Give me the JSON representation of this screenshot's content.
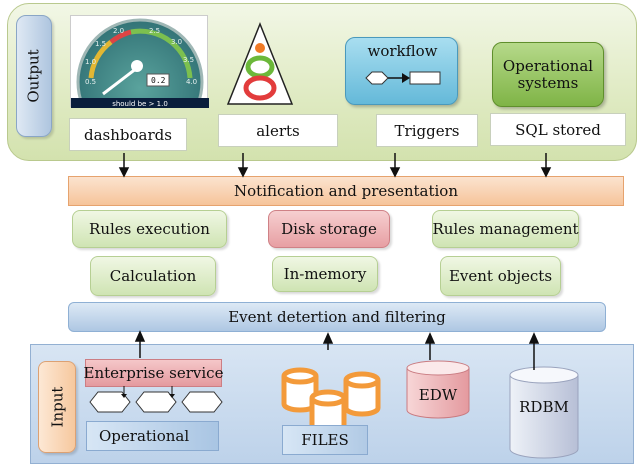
{
  "output": {
    "section_label": "Output",
    "gauge_caption": "should be > 1.0",
    "gauge_ticks": [
      "0.5",
      "1.0",
      "1.5",
      "2.0",
      "2.5",
      "3.0",
      "3.5",
      "4.0"
    ],
    "gauge_value": "0.2",
    "labels": {
      "dashboards": "dashboards",
      "alerts": "alerts",
      "triggers": "Triggers",
      "sql": "SQL stored"
    },
    "workflow": "workflow",
    "operational_systems": "Operational systems"
  },
  "middle": {
    "notification": "Notification and presentation",
    "rules_execution": "Rules   execution",
    "disk_storage": "Disk storage",
    "rules_management": "Rules management",
    "calculation": "Calculation",
    "in_memory": "In-memory",
    "event_objects": "Event objects",
    "event_filtering": "Event detertion and filtering"
  },
  "input": {
    "section_label": "Input",
    "enterprise_service": "Enterprise service",
    "operational": "Operational",
    "files": "FILES",
    "edw": "EDW",
    "rdbm": "RDBM"
  },
  "colors": {
    "output_green": "#dfeac2",
    "notify_orange": "#f6c49a",
    "event_blue": "#aec7e3",
    "file_orange": "#f39a3a",
    "db_red": "#d9737a"
  }
}
